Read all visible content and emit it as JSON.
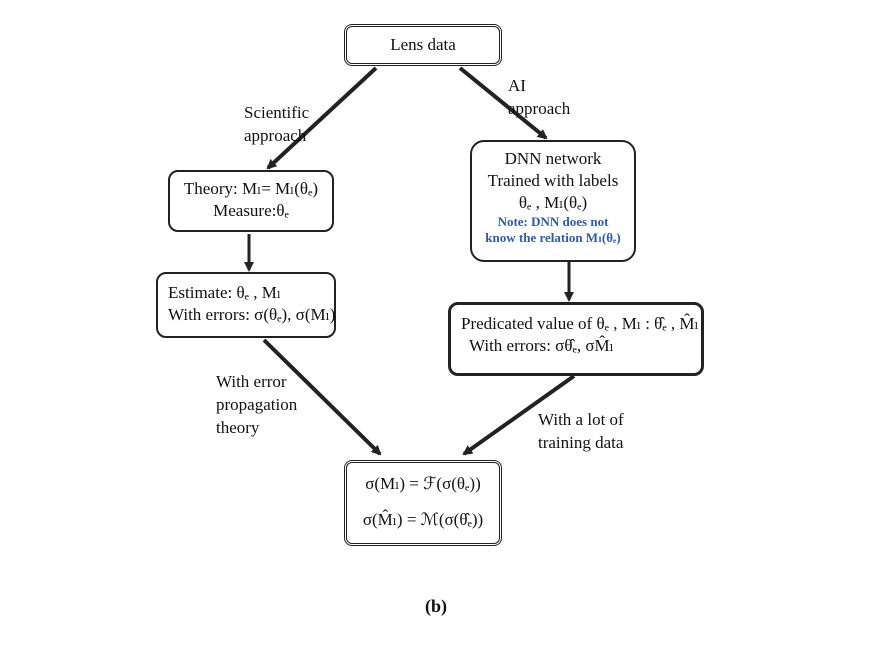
{
  "nodes": {
    "lens_data": "Lens data",
    "theory": {
      "line1": "Theory: Mₗ= Mₗ(θₑ)",
      "line2": "Measure:θₑ"
    },
    "dnn": {
      "line1": "DNN network",
      "line2": "Trained with labels",
      "line3": "θₑ , Mₗ(θₑ)",
      "note1": "Note: DNN does not",
      "note2": "know the relation Mₗ(θₑ)"
    },
    "estimate": {
      "line1": "Estimate: θₑ , Mₗ",
      "line2": "With errors: σ(θₑ), σ(Mₗ)"
    },
    "predicted": {
      "line1": "Predicated value of θₑ , Mₗ : θ̂ₑ , M̂ₗ",
      "line2": "With errors:  σθ̂ₑ, σM̂ₗ"
    },
    "result": {
      "line1": "σ(Mₗ) = ℱ(σ(θₑ))",
      "line2": "σ(M̂ₗ) = ℳ(σ(θ̂ₑ))"
    }
  },
  "edge_labels": {
    "scientific": [
      "Scientific",
      "approach"
    ],
    "ai": [
      "AI",
      "approach"
    ],
    "error_prop": [
      "With error",
      "propagation",
      "theory"
    ],
    "training": [
      "With a lot of",
      "training data"
    ]
  },
  "caption": "(b)"
}
